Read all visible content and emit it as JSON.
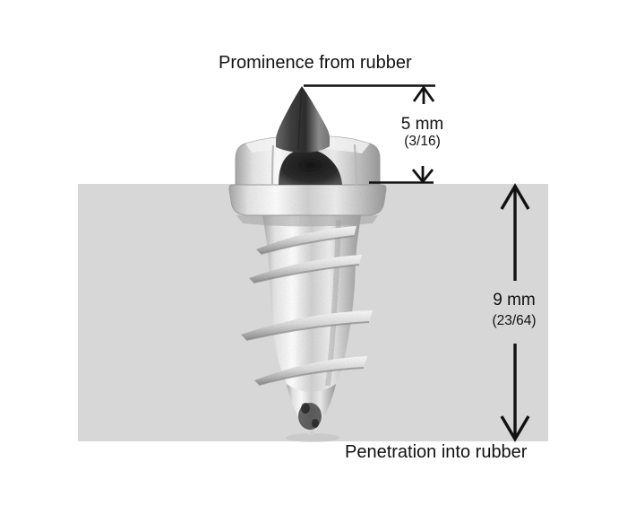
{
  "canvas": {
    "background": "#ffffff",
    "rubber_color": "#d7d7d7",
    "line_color": "#111111"
  },
  "labels": {
    "prominence": "Prominence from rubber",
    "penetration": "Penetration into rubber"
  },
  "dimensions": {
    "prominence": {
      "value": "5 mm",
      "fraction": "(3/16)"
    },
    "penetration": {
      "value": "9 mm",
      "fraction": "(23/64)"
    }
  },
  "figure": {
    "subject": "Screw-in tire stud shown embedded in rubber block"
  }
}
